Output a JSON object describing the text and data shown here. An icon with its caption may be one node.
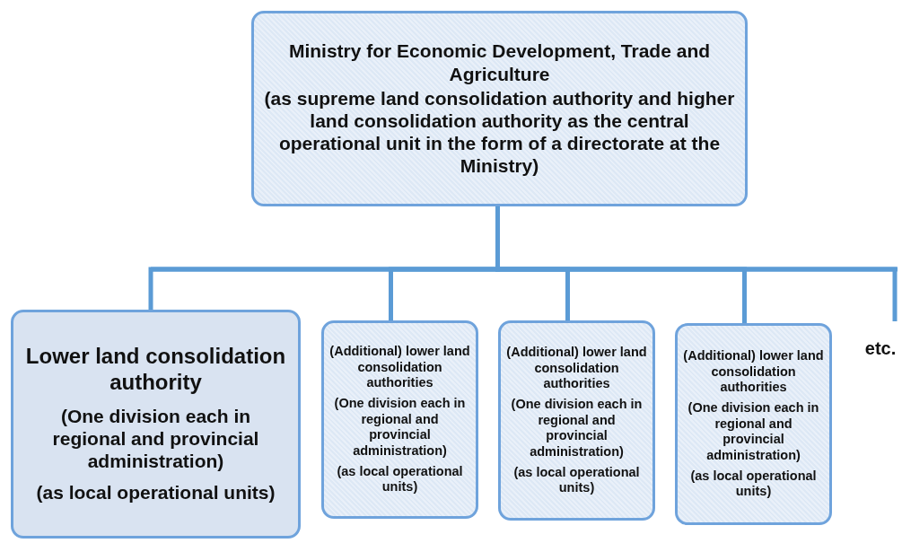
{
  "diagram": {
    "nodes": [
      {
        "text": [
          "Ministry for Economic Development, Trade and Agriculture",
          "(as supreme land consolidation authority and higher land consolidation authority as the central operational unit in the form of a directorate at the Ministry)"
        ]
      },
      {
        "text": [
          "Lower land consolidation authority",
          "(One division each in regional and provincial administration)",
          "(as local operational units)"
        ]
      },
      {
        "text": [
          "(Additional) lower land consolidation authorities",
          "(One division each in regional and provincial administration)",
          "(as local operational units)"
        ]
      },
      {
        "text": [
          "(Additional) lower land consolidation authorities",
          "(One division each in regional and provincial administration)",
          "(as local operational units)"
        ]
      },
      {
        "text": [
          "(Additional) lower land consolidation authorities",
          "(One division each in regional and provincial administration)",
          "(as local operational units)"
        ]
      },
      {
        "text": [
          "etc."
        ]
      }
    ],
    "edges": [
      {
        "from": 0,
        "to": 1,
        "arrow": "none"
      },
      {
        "from": 0,
        "to": 2,
        "arrow": "none"
      },
      {
        "from": 0,
        "to": 3,
        "arrow": "none"
      },
      {
        "from": 0,
        "to": 4,
        "arrow": "none"
      },
      {
        "from": 0,
        "to": 5,
        "arrow": "none"
      }
    ]
  }
}
